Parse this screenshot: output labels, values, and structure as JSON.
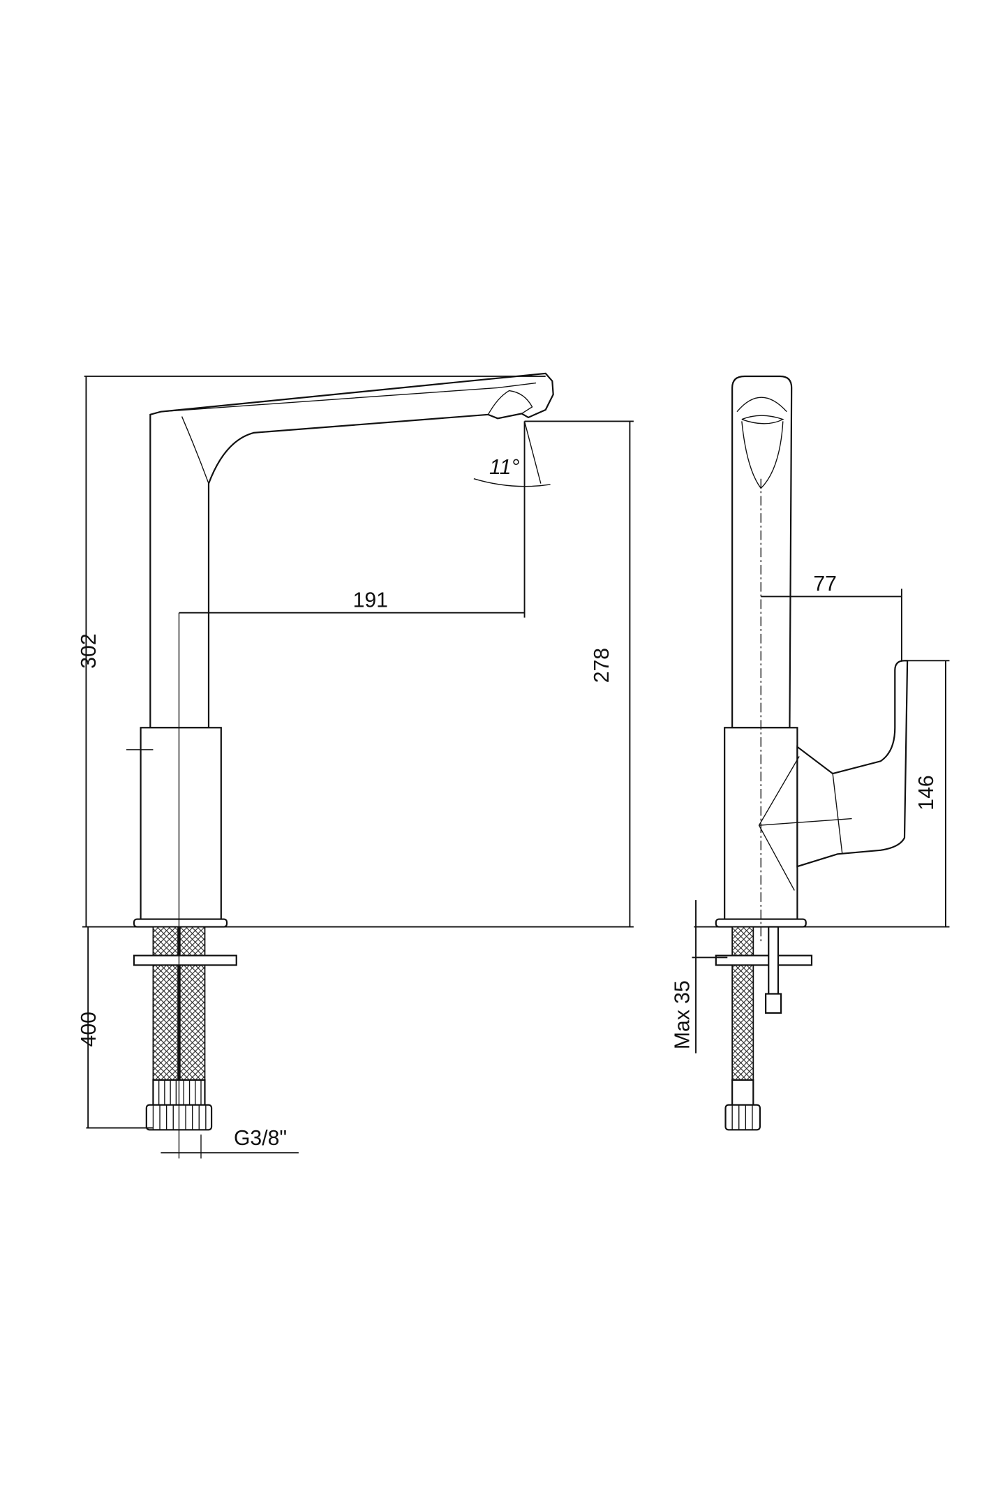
{
  "drawing": {
    "title": "Faucet technical dimension drawing",
    "front_view": {
      "total_height": "302",
      "spout_height": "278",
      "spout_reach": "191",
      "spout_angle": "11°",
      "hose_length": "400",
      "connection": "G3/8\""
    },
    "side_view": {
      "handle_offset": "77",
      "handle_height": "146",
      "max_deck_thickness": "Max 35"
    }
  }
}
